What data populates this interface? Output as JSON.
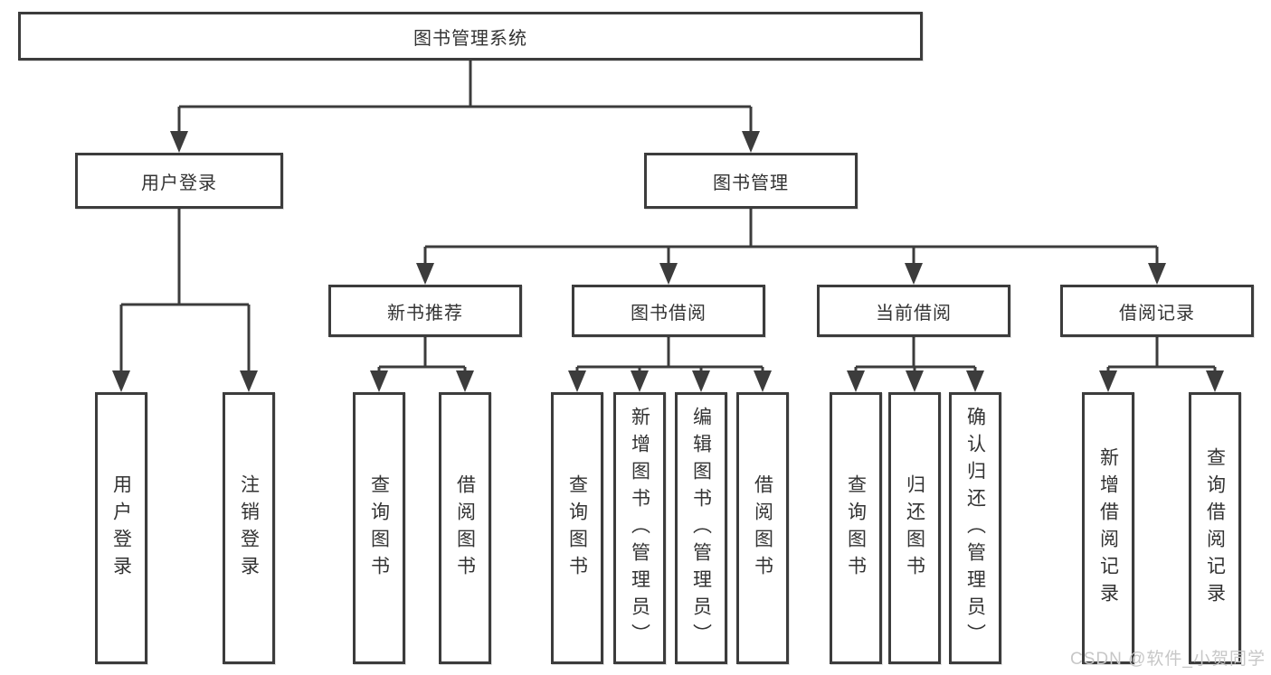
{
  "colors": {
    "line": "#3c3c3c",
    "text": "#333333",
    "watermark": "#c7c7c7",
    "bg": "#ffffff"
  },
  "watermark": "CSDN @软件_小贺同学",
  "tree": {
    "root": {
      "label": "图书管理系统"
    },
    "level2": [
      {
        "label": "用户登录"
      },
      {
        "label": "图书管理"
      }
    ],
    "level3": [
      {
        "label": "新书推荐"
      },
      {
        "label": "图书借阅"
      },
      {
        "label": "当前借阅"
      },
      {
        "label": "借阅记录"
      }
    ],
    "leaves": {
      "user_login": [
        "用户登录",
        "注销登录"
      ],
      "new_books": [
        "查询图书",
        "借阅图书"
      ],
      "borrowing": [
        "查询图书",
        "新增图书（管理员）",
        "编辑图书（管理员）",
        "借阅图书"
      ],
      "current": [
        "查询图书",
        "归还图书",
        "确认归还（管理员）"
      ],
      "records": [
        "新增借阅记录",
        "查询借阅记录"
      ]
    }
  }
}
